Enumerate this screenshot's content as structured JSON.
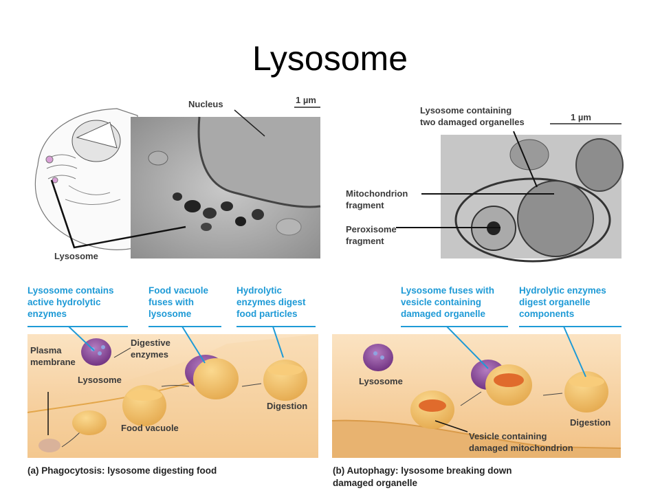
{
  "title": "Lysosome",
  "micrograph_a": {
    "nucleus": "Nucleus",
    "scale": "1 µm",
    "lysosome": "Lysosome"
  },
  "micrograph_b": {
    "lysosome_two": "Lysosome containing\ntwo damaged organelles",
    "scale": "1 µm",
    "mito_fragment": "Mitochondrion\nfragment",
    "perox_fragment": "Peroxisome\nfragment"
  },
  "panel_a": {
    "step1": "Lysosome contains\nactive hydrolytic\nenzymes",
    "step2": "Food vacuole\nfuses with\nlysosome",
    "step3": "Hydrolytic\nenzymes digest\nfood particles",
    "plasma": "Plasma\nmembrane",
    "digestive": "Digestive\nenzymes",
    "lysosome": "Lysosome",
    "food_vacuole": "Food vacuole",
    "digestion": "Digestion",
    "caption": "(a) Phagocytosis: lysosome digesting food"
  },
  "panel_b": {
    "step1": "Lysosome fuses with\nvesicle containing\ndamaged organelle",
    "step2": "Hydrolytic enzymes\ndigest organelle\ncomponents",
    "lysosome": "Lysosome",
    "vesicle": "Vesicle containing\ndamaged mitochondrion",
    "digestion": "Digestion",
    "caption": "(b) Autophagy: lysosome breaking down\ndamaged organelle"
  }
}
